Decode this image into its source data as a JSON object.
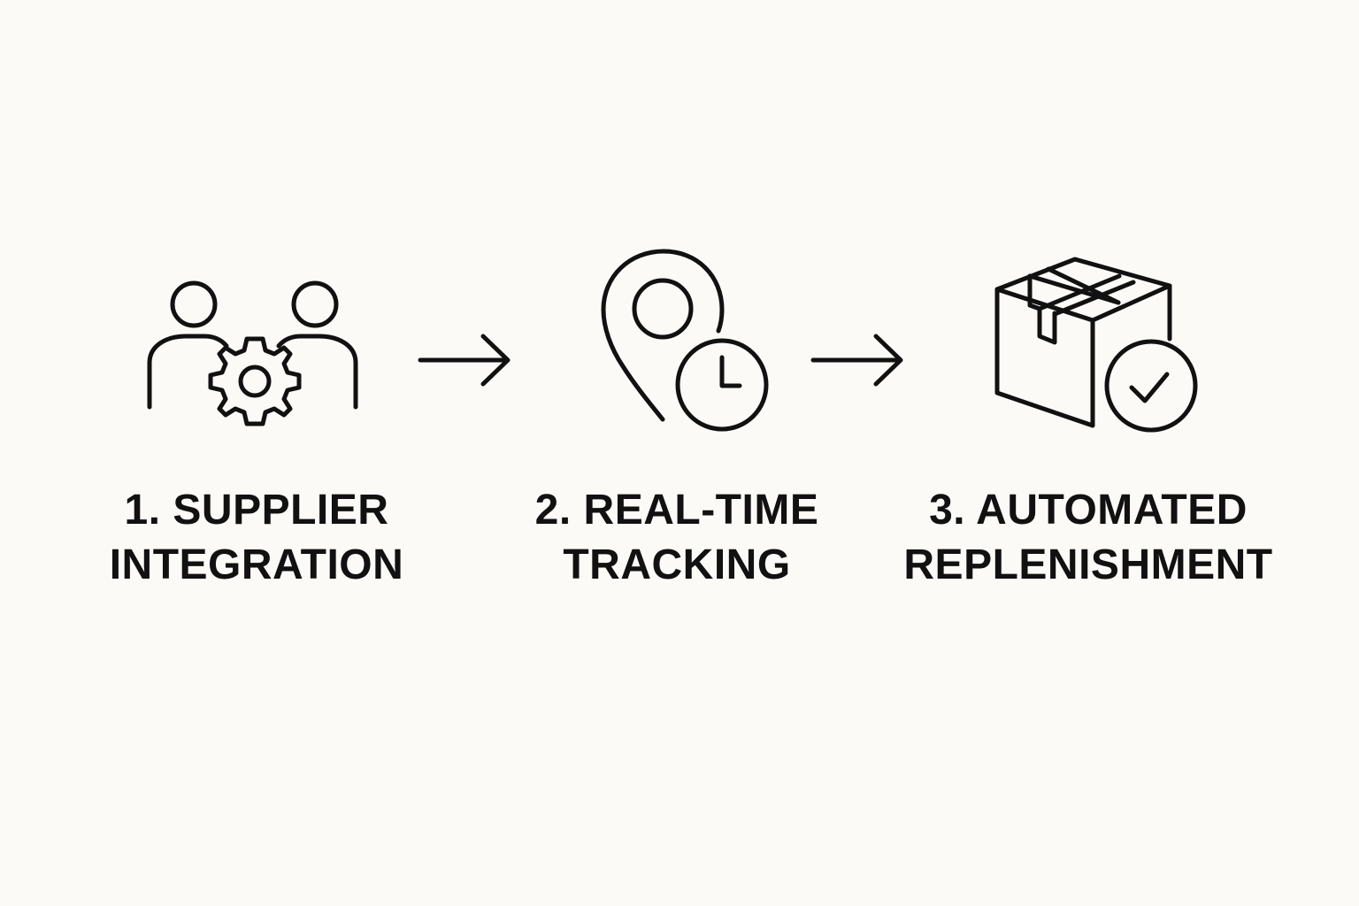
{
  "steps": [
    {
      "line1": "1. SUPPLIER",
      "line2": "INTEGRATION",
      "icon": "users-gear-icon"
    },
    {
      "line1": "2. REAL-TIME",
      "line2": "TRACKING",
      "icon": "location-clock-icon"
    },
    {
      "line1": "3. AUTOMATED",
      "line2": "REPLENISHMENT",
      "icon": "box-check-icon"
    }
  ],
  "colors": {
    "background": "#fbfaf7",
    "ink": "#111111"
  }
}
